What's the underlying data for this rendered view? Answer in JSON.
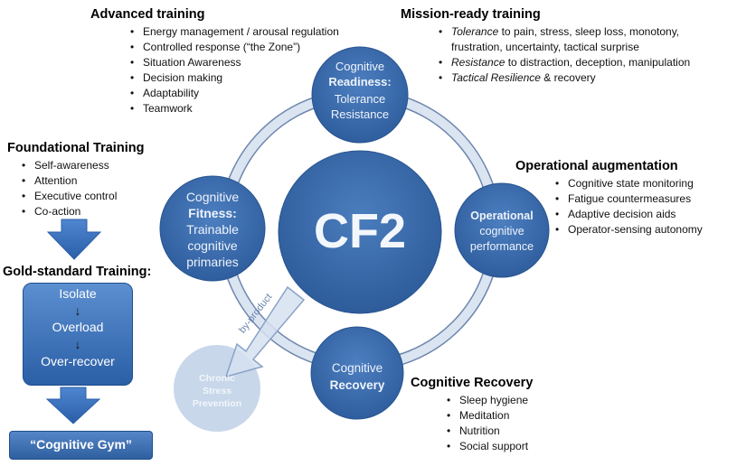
{
  "advanced": {
    "title": "Advanced training",
    "items": [
      "Energy management / arousal regulation",
      "Controlled response (“the Zone”)",
      "Situation Awareness",
      "Decision making",
      "Adaptability",
      "Teamwork"
    ]
  },
  "mission": {
    "title": "Mission-ready training",
    "item1_em": "Tolerance",
    "item1_rest": " to pain, stress, sleep loss, monotony,",
    "item1_cont": "frustration, uncertainty, tactical surprise",
    "item2_em": "Resistance",
    "item2_rest": " to distraction, deception, manipulation",
    "item3_em": "Tactical Resilience",
    "item3_rest": " & recovery"
  },
  "foundational": {
    "title": "Foundational Training",
    "items": [
      "Self-awareness",
      "Attention",
      "Executive control",
      "Co-action"
    ]
  },
  "operational": {
    "title": "Operational augmentation",
    "items": [
      "Cognitive state monitoring",
      "Fatigue countermeasures",
      "Adaptive decision aids",
      "Operator-sensing autonomy"
    ]
  },
  "recovery_list": {
    "title": "Cognitive Recovery",
    "items": [
      "Sleep hygiene",
      "Meditation",
      "Nutrition",
      "Social support"
    ]
  },
  "gold": {
    "title": "Gold-standard Training:",
    "steps": [
      "Isolate",
      "Overload",
      "Over-recover"
    ],
    "arrow": "↓"
  },
  "gym": {
    "label": "“Cognitive Gym”"
  },
  "center": {
    "label": "CF2"
  },
  "readiness": {
    "line1": "Cognitive",
    "line2": "Readiness:",
    "line3": "Tolerance",
    "line4": "Resistance"
  },
  "fitness": {
    "line1": "Cognitive",
    "line2": "Fitness:",
    "line3": "Trainable",
    "line4": "cognitive",
    "line5": "primaries"
  },
  "operational_node": {
    "line1": "Operational",
    "line2": "cognitive",
    "line3": "performance"
  },
  "recovery_node": {
    "line1": "Cognitive",
    "line2": "Recovery"
  },
  "chronic": {
    "line1": "Chronic",
    "line2": "Stress",
    "line3": "Prevention"
  },
  "byproduct": {
    "label": "by-product"
  },
  "colors": {
    "node": "#3e6faf",
    "ring": "#c9d6ea",
    "faded": "#c8d7ea"
  }
}
